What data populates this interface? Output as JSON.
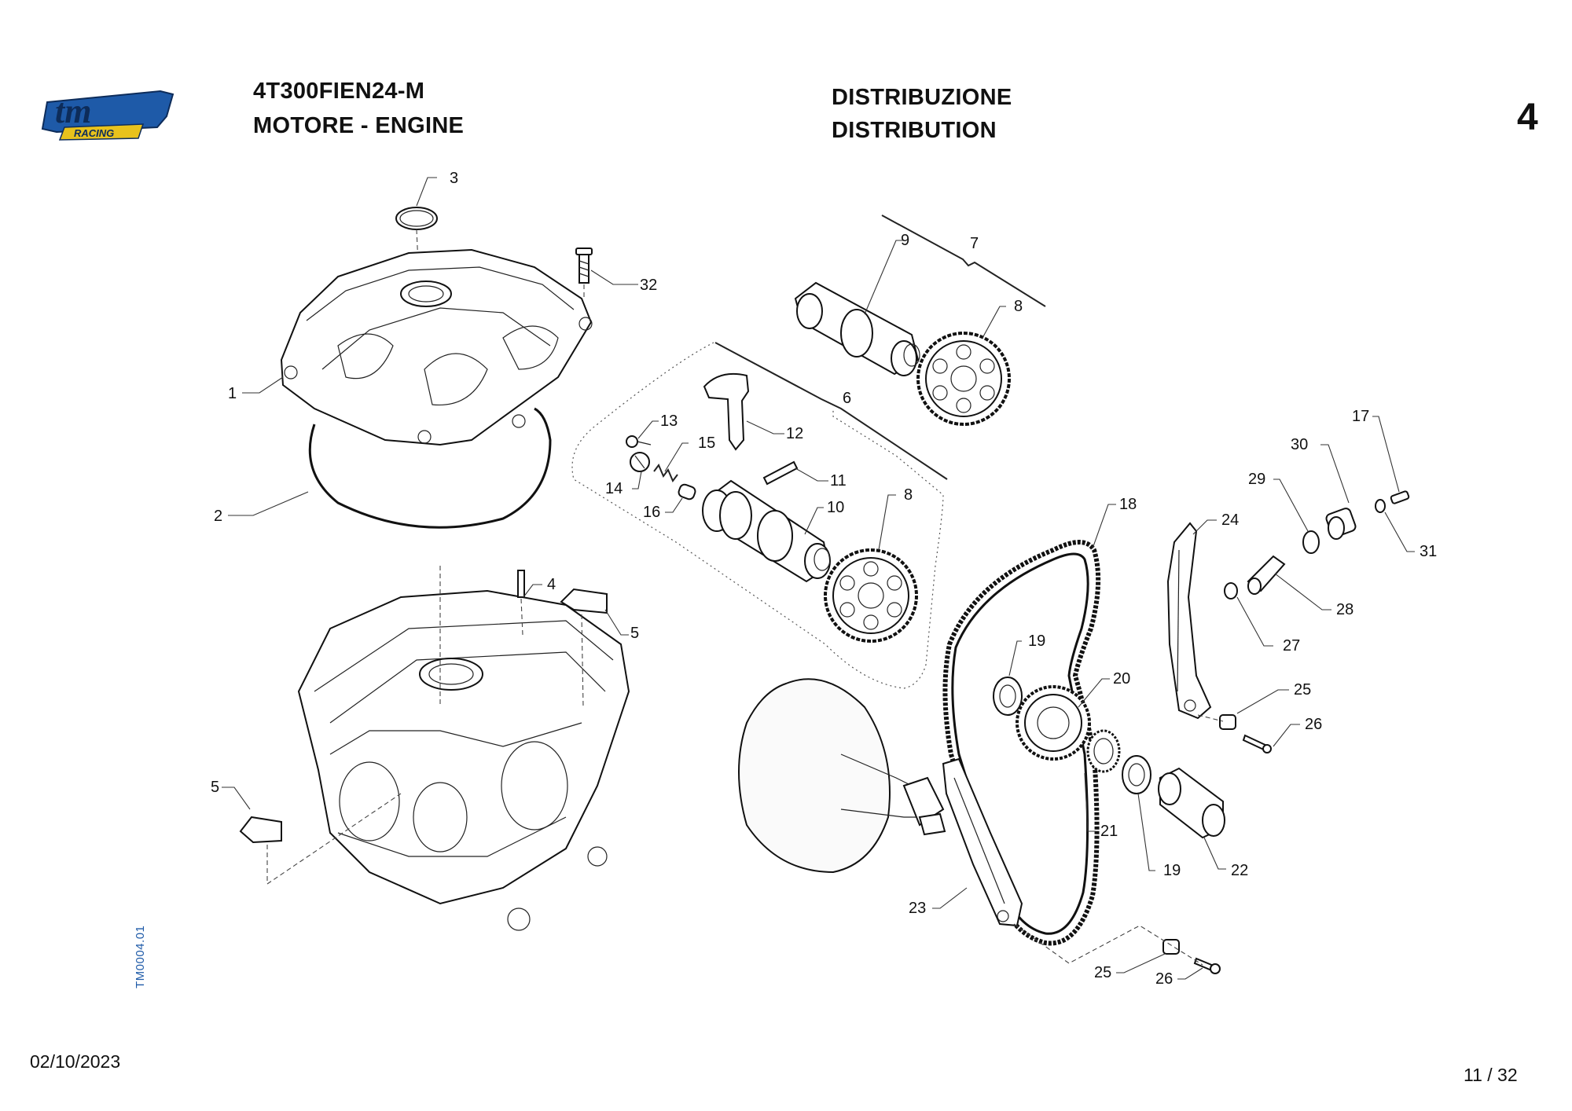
{
  "brand": {
    "logo_text": "tm",
    "logo_subtext": "RACING"
  },
  "header": {
    "model_code": "4T300FIEN24-M",
    "group_name": "MOTORE - ENGINE",
    "section_it": "DISTRIBUZIONE",
    "section_en": "DISTRIBUTION",
    "section_number": "4"
  },
  "drawing_ref": "TM0004.01",
  "footer": {
    "date": "02/10/2023",
    "page": "11 / 32"
  },
  "callouts": [
    "1",
    "2",
    "3",
    "4",
    "5",
    "5",
    "6",
    "7",
    "8",
    "8",
    "9",
    "10",
    "11",
    "12",
    "13",
    "14",
    "15",
    "16",
    "17",
    "18",
    "19",
    "19",
    "20",
    "21",
    "22",
    "23",
    "24",
    "25",
    "25",
    "26",
    "26",
    "27",
    "28",
    "29",
    "30",
    "31",
    "32"
  ],
  "colors": {
    "logo_blue": "#1e5aa8",
    "logo_yellow": "#e8c21c",
    "line": "#111111"
  }
}
